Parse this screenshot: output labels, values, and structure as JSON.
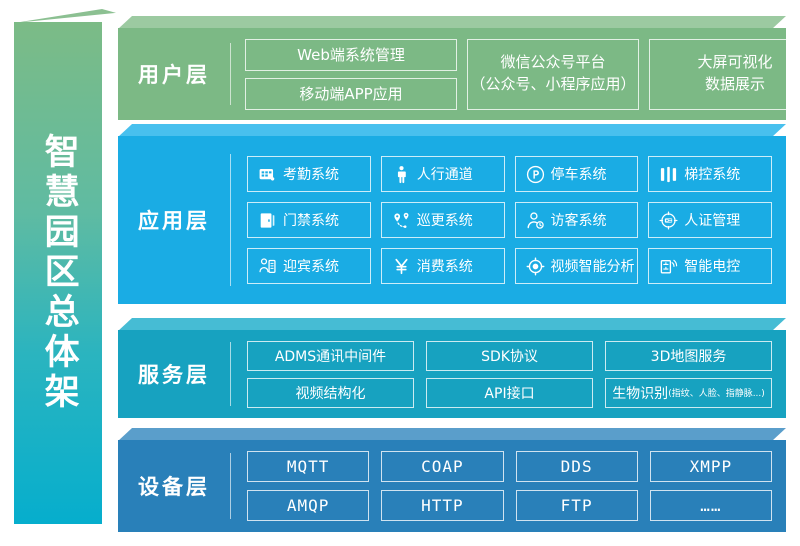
{
  "diagram": {
    "title": "智慧园区总体架",
    "accent_green": "#7cb985",
    "accent_cyan": "#1aace4",
    "accent_teal": "#17a2c0",
    "accent_blue": "#2980b9",
    "pillar_gradient_from": "#7cbb86",
    "pillar_gradient_to": "#06aecd"
  },
  "user_layer": {
    "label": "用户层",
    "col1": [
      {
        "text": "Web端系统管理"
      },
      {
        "text": "移动端APP应用"
      }
    ],
    "col2": {
      "line1": "微信公众号平台",
      "line2": "（公众号、小程序应用）"
    },
    "col3": {
      "line1": "大屏可视化",
      "line2": "数据展示"
    }
  },
  "app_layer": {
    "label": "应用层",
    "items": [
      {
        "text": "考勤系统",
        "icon": "attendance-icon"
      },
      {
        "text": "人行通道",
        "icon": "pedestrian-icon"
      },
      {
        "text": "停车系统",
        "icon": "parking-icon"
      },
      {
        "text": "梯控系统",
        "icon": "elevator-icon"
      },
      {
        "text": "门禁系统",
        "icon": "door-access-icon"
      },
      {
        "text": "巡更系统",
        "icon": "patrol-route-icon"
      },
      {
        "text": "访客系统",
        "icon": "visitor-icon"
      },
      {
        "text": "人证管理",
        "icon": "id-verify-icon"
      },
      {
        "text": "迎宾系统",
        "icon": "greeting-icon"
      },
      {
        "text": "消费系统",
        "icon": "yuan-icon"
      },
      {
        "text": "视频智能分析",
        "icon": "video-analytics-icon"
      },
      {
        "text": "智能电控",
        "icon": "power-control-icon"
      }
    ]
  },
  "service_layer": {
    "label": "服务层",
    "items": [
      {
        "text": "ADMS通讯中间件"
      },
      {
        "text": "SDK协议"
      },
      {
        "text": "3D地图服务"
      },
      {
        "text": "视频结构化"
      },
      {
        "text": "API接口"
      },
      {
        "text": "生物识别",
        "sub": "(指纹、人脸、指静脉...)"
      }
    ]
  },
  "device_layer": {
    "label": "设备层",
    "items": [
      {
        "text": "MQTT"
      },
      {
        "text": "COAP"
      },
      {
        "text": "DDS"
      },
      {
        "text": "XMPP"
      },
      {
        "text": "AMQP"
      },
      {
        "text": "HTTP"
      },
      {
        "text": "FTP"
      },
      {
        "text": "……"
      }
    ]
  }
}
